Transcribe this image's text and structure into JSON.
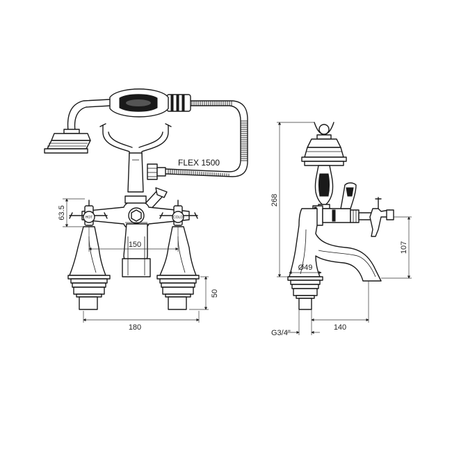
{
  "flex_label": "FLEX 1500",
  "handle_labels": {
    "hot": "HOT",
    "cold": "COLD"
  },
  "front_dimensions": {
    "handle_height": "63.5",
    "centers": "150",
    "overall_width": "180",
    "tail_height": "50"
  },
  "side_dimensions": {
    "overall_height": "268",
    "spout_height": "107",
    "body_diameter": "Ø49",
    "thread": "G3/4\"",
    "projection": "140"
  }
}
